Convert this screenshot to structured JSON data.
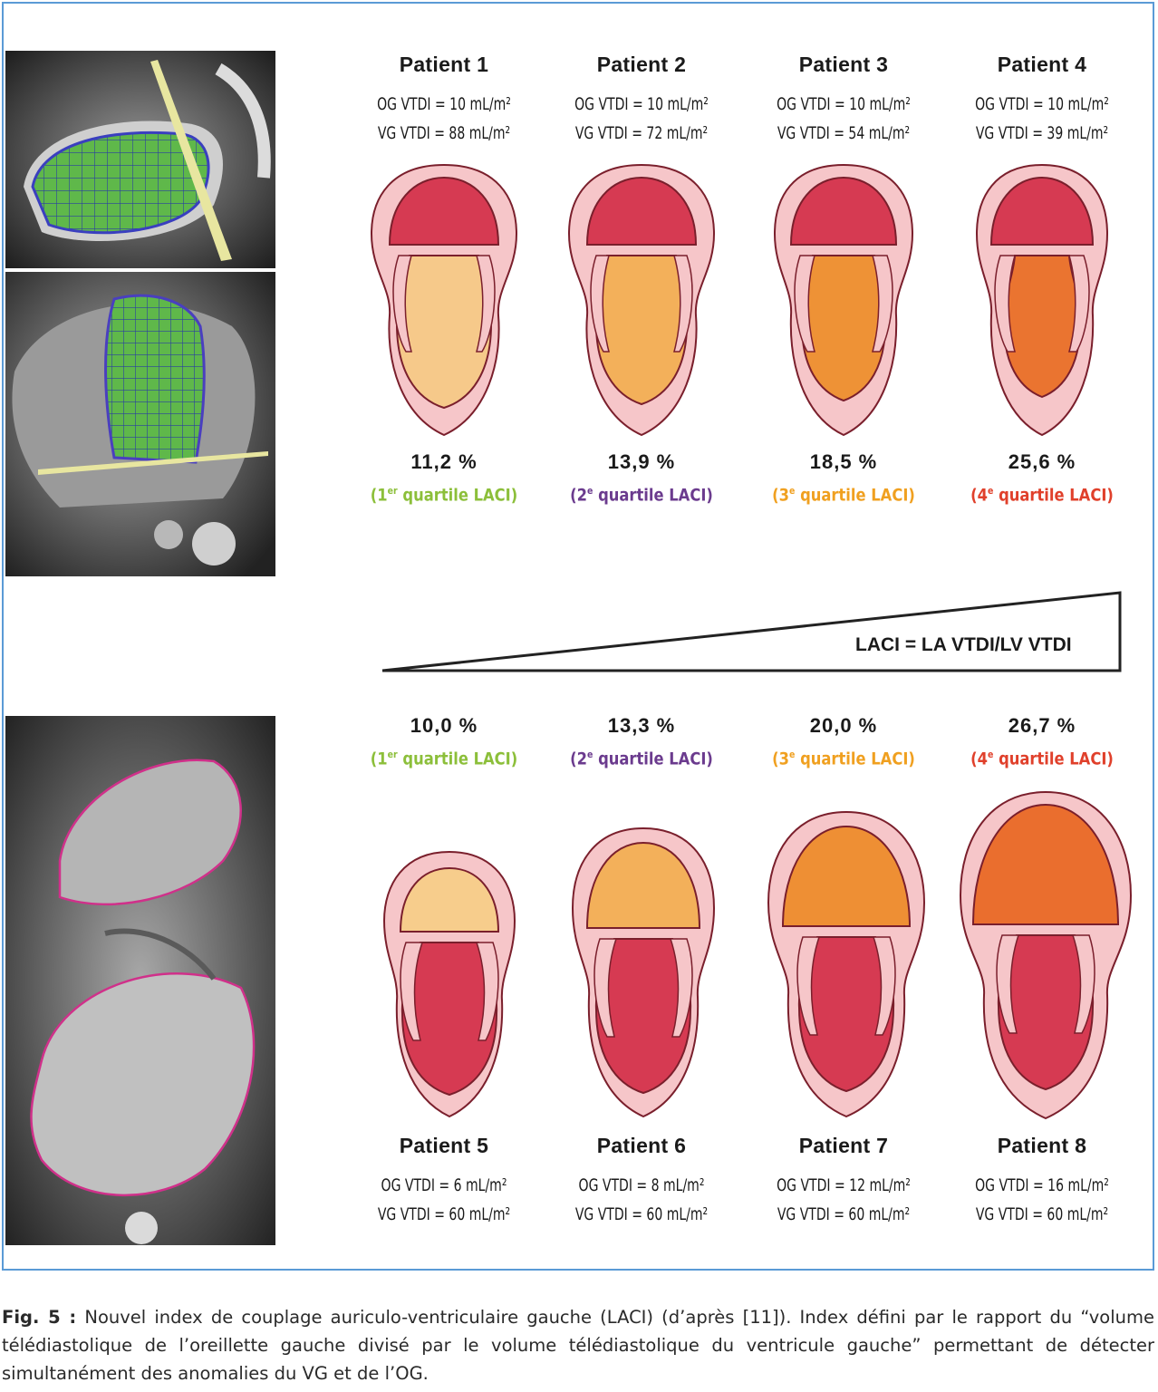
{
  "top_row": [
    {
      "patient": "Patient 1",
      "og": "OG VTDI = 10 mL/m²",
      "vg": "VG VTDI = 88 mL/m²",
      "pct": "11,2 %",
      "q_num": "1",
      "q_sup": "er",
      "q_rest": " quartile LACI)",
      "q_open": "(",
      "cls": "q1",
      "atrium": "#d63a52",
      "ventricle": "#f6c98a"
    },
    {
      "patient": "Patient 2",
      "og": "OG VTDI = 10 mL/m²",
      "vg": "VG VTDI = 72 mL/m²",
      "pct": "13,9 %",
      "q_num": "2",
      "q_sup": "e",
      "q_rest": " quartile LACI)",
      "q_open": "(",
      "cls": "q2",
      "atrium": "#d63a52",
      "ventricle": "#f3b05a"
    },
    {
      "patient": "Patient 3",
      "og": "OG VTDI = 10 mL/m²",
      "vg": "VG VTDI = 54 mL/m²",
      "pct": "18,5 %",
      "q_num": "3",
      "q_sup": "e",
      "q_rest": " quartile LACI)",
      "q_open": "(",
      "cls": "q3",
      "atrium": "#d63a52",
      "ventricle": "#ee9236"
    },
    {
      "patient": "Patient 4",
      "og": "OG VTDI = 10 mL/m²",
      "vg": "VG VTDI = 39 mL/m²",
      "pct": "25,6 %",
      "q_num": "4",
      "q_sup": "e",
      "q_rest": " quartile LACI)",
      "q_open": "(",
      "cls": "q4",
      "atrium": "#d63a52",
      "ventricle": "#ea7430"
    }
  ],
  "bottom_row": [
    {
      "patient": "Patient 5",
      "og": "OG VTDI = 6 mL/m²",
      "vg": "VG VTDI = 60 mL/m²",
      "pct": "10,0 %",
      "q_num": "1",
      "q_sup": "er",
      "q_rest": " quartile LACI)",
      "q_open": "(",
      "cls": "q1",
      "atrium": "#f7cd8c",
      "ventricle": "#d63a52"
    },
    {
      "patient": "Patient 6",
      "og": "OG VTDI = 8 mL/m²",
      "vg": "VG VTDI = 60 mL/m²",
      "pct": "13,3 %",
      "q_num": "2",
      "q_sup": "e",
      "q_rest": " quartile LACI)",
      "q_open": "(",
      "cls": "q2",
      "atrium": "#f3b05a",
      "ventricle": "#d63a52"
    },
    {
      "patient": "Patient 7",
      "og": "OG VTDI = 12 mL/m²",
      "vg": "VG VTDI = 60 mL/m²",
      "pct": "20,0 %",
      "q_num": "3",
      "q_sup": "e",
      "q_rest": " quartile LACI)",
      "q_open": "(",
      "cls": "q3",
      "atrium": "#ee8f34",
      "ventricle": "#d63a52"
    },
    {
      "patient": "Patient 8",
      "og": "OG VTDI = 16 mL/m²",
      "vg": "VG VTDI = 60 mL/m²",
      "pct": "26,7 %",
      "q_num": "4",
      "q_sup": "e",
      "q_rest": " quartile LACI)",
      "q_open": "(",
      "cls": "q4",
      "atrium": "#ea6e2e",
      "ventricle": "#d63a52"
    }
  ],
  "formula": "LACI = LA VTDI/LV VTDI",
  "caption": {
    "label": "Fig. 5 :",
    "text": " Nouvel index de couplage auriculo-ventriculaire gauche (LACI) (d’après [11]). Index défini par le rapport du “volume télédiastolique de l’oreillette gauche divisé par le volume télédiastolique du ventricule gauche” permettant de détecter simultanément des anomalies du VG et de l’OG."
  },
  "colors": {
    "frame": "#5a9ad6",
    "pericardium": "#f6c6c9",
    "outline": "#7a1f2c"
  }
}
